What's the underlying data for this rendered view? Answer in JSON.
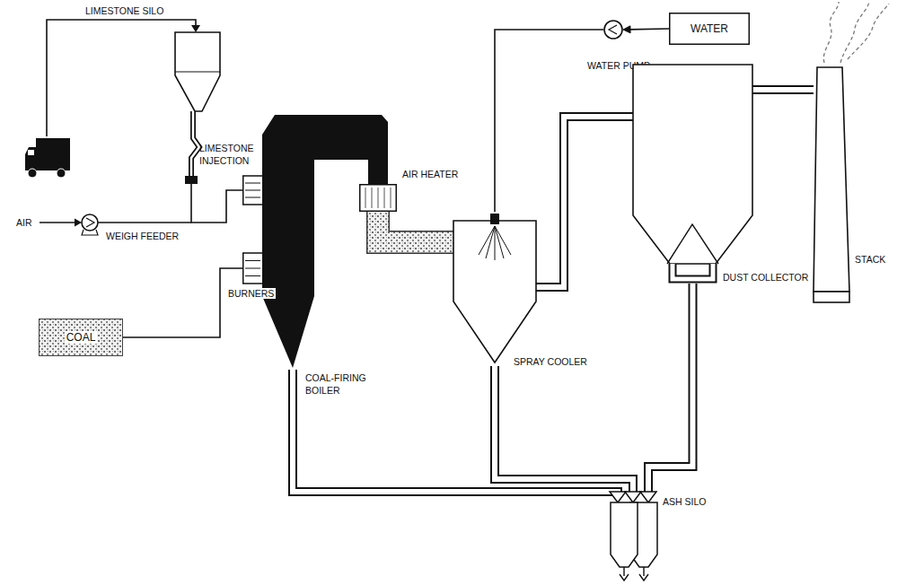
{
  "diagram": {
    "nodes": [
      {
        "text": [
          "LIMESTONE SILO"
        ]
      },
      {
        "text": [
          "WATER"
        ]
      },
      {
        "text": [
          "WATER PUMP"
        ]
      },
      {
        "text": [
          "AIR HEATER"
        ]
      },
      {
        "text": [
          "COAL-FIRING BOILER"
        ]
      },
      {
        "text": [
          "SPRAY COOLER"
        ]
      },
      {
        "text": [
          "DUST COLLECTOR"
        ]
      },
      {
        "text": [
          "STACK"
        ]
      },
      {
        "text": [
          "COAL"
        ]
      },
      {
        "text": [
          "ASH SILO"
        ]
      }
    ],
    "edges": [
      {
        "from": 0,
        "to": 4,
        "arrow": "none"
      },
      {
        "from": 8,
        "to": 4,
        "arrow": "none"
      },
      {
        "from": 3,
        "to": 5,
        "arrow": "none"
      },
      {
        "from": 1,
        "to": 2,
        "arrow": "to"
      },
      {
        "from": 2,
        "to": 5,
        "arrow": "none"
      },
      {
        "from": 5,
        "to": 6,
        "arrow": "none"
      },
      {
        "from": 6,
        "to": 7,
        "arrow": "none"
      },
      {
        "from": 4,
        "to": 9,
        "arrow": "to"
      },
      {
        "from": 5,
        "to": 9,
        "arrow": "to"
      },
      {
        "from": 6,
        "to": 9,
        "arrow": "to"
      }
    ],
    "labels": [
      "LIMESTONE INJECTION",
      "AIR",
      "WEIGH FEEDER",
      "BURNERS"
    ]
  }
}
